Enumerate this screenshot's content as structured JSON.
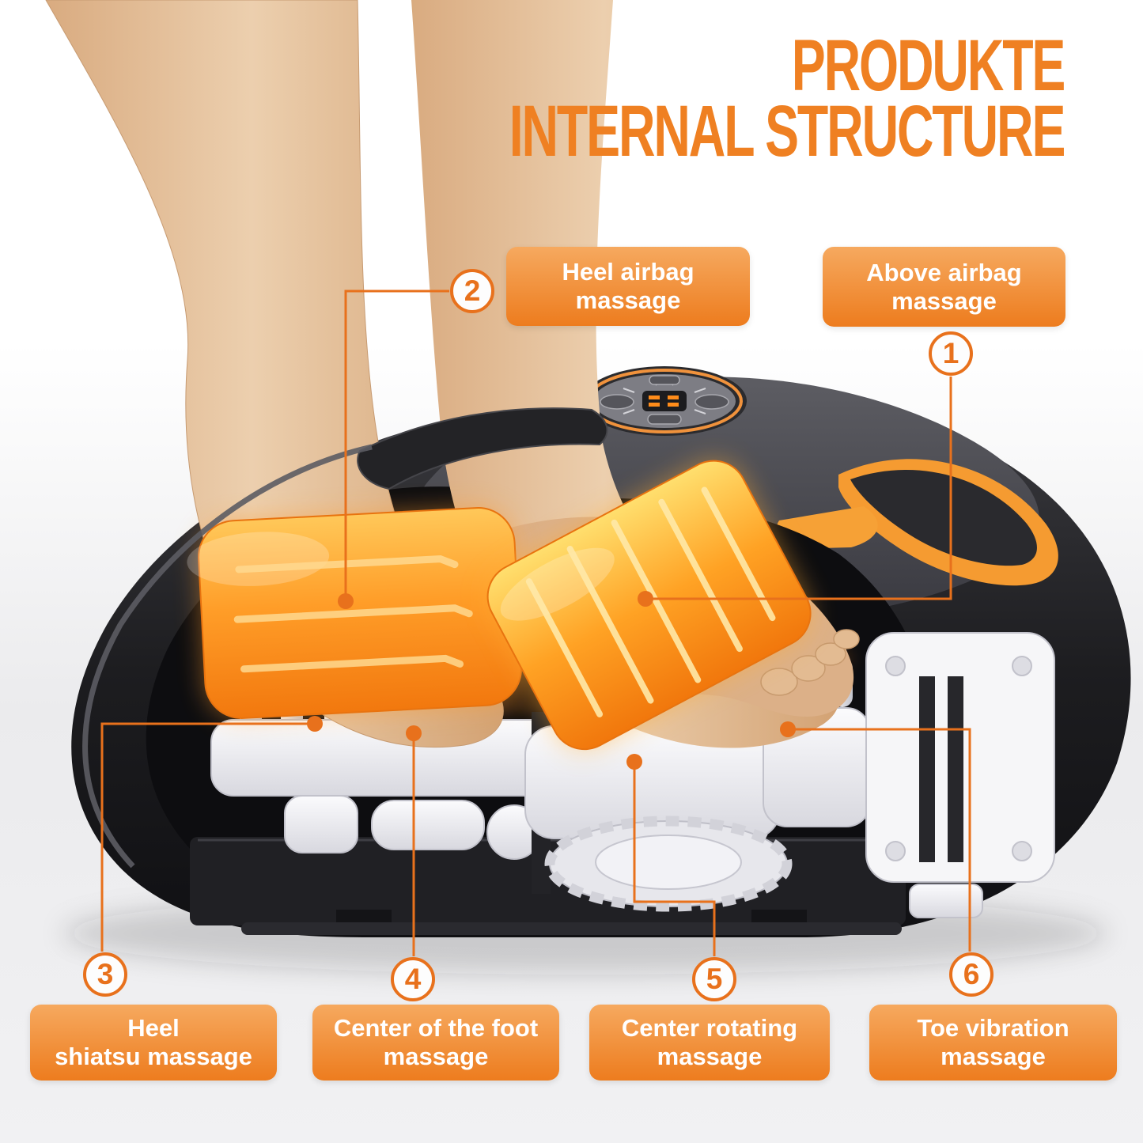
{
  "title": {
    "line1": "PRODUKTE",
    "line2": "INTERNAL STRUCTURE"
  },
  "colors": {
    "accent": "#EF8022",
    "label-grad-top": "#F6A95F",
    "label-grad-bottom": "#ED7C1E",
    "callout-line": "#E8711C",
    "label-text": "#FFFFFF"
  },
  "callouts": [
    {
      "number": "1",
      "label": "Above airbag\nmassage"
    },
    {
      "number": "2",
      "label": "Heel airbag\nmassage"
    },
    {
      "number": "3",
      "label": "Heel\nshiatsu massage"
    },
    {
      "number": "4",
      "label": "Center of the foot\nmassage"
    },
    {
      "number": "5",
      "label": "Center rotating\nmassage"
    },
    {
      "number": "6",
      "label": "Toe vibration\nmassage"
    }
  ]
}
